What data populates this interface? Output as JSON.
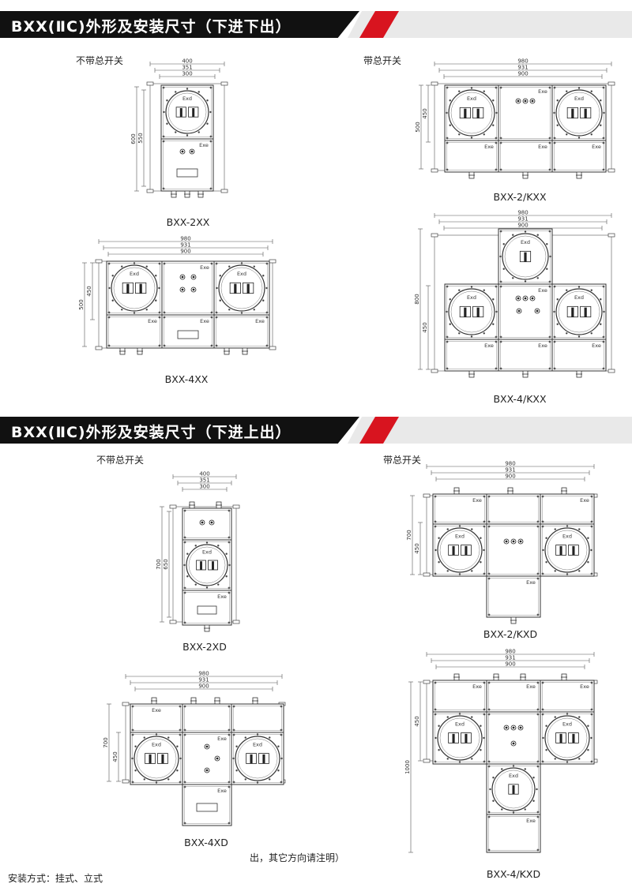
{
  "sections": [
    {
      "title": "BXX(ⅡC)外形及安装尺寸（下进下出）"
    },
    {
      "title": "BXX(ⅡC)外形及安装尺寸（下进上出）"
    }
  ],
  "group_labels": {
    "no_main_switch": "不带总开关",
    "with_main_switch": "带总开关"
  },
  "models": {
    "bxx_2xx": "BXX-2XX",
    "bxx_2kxx": "BXX-2/KXX",
    "bxx_4xx": "BXX-4XX",
    "bxx_4kxx": "BXX-4/KXX",
    "bxx_2xd": "BXX-2XD",
    "bxx_2kxd": "BXX-2/KXD",
    "bxx_4xd": "BXX-4XD",
    "bxx_4kxd": "BXX-4/KXD"
  },
  "dims": {
    "w400": "400",
    "w351": "351",
    "w300": "300",
    "w980": "980",
    "w931": "931",
    "w900": "900",
    "h600": "600",
    "h550": "550",
    "h500": "500",
    "h450": "450",
    "h800": "800",
    "h700": "700",
    "h650": "650",
    "h1000": "1000"
  },
  "box_marks": {
    "exd": "Exd",
    "exe": "Exe"
  },
  "notes": {
    "direction": "出，其它方向请注明）",
    "mounting": "安装方式：挂式、立式"
  }
}
